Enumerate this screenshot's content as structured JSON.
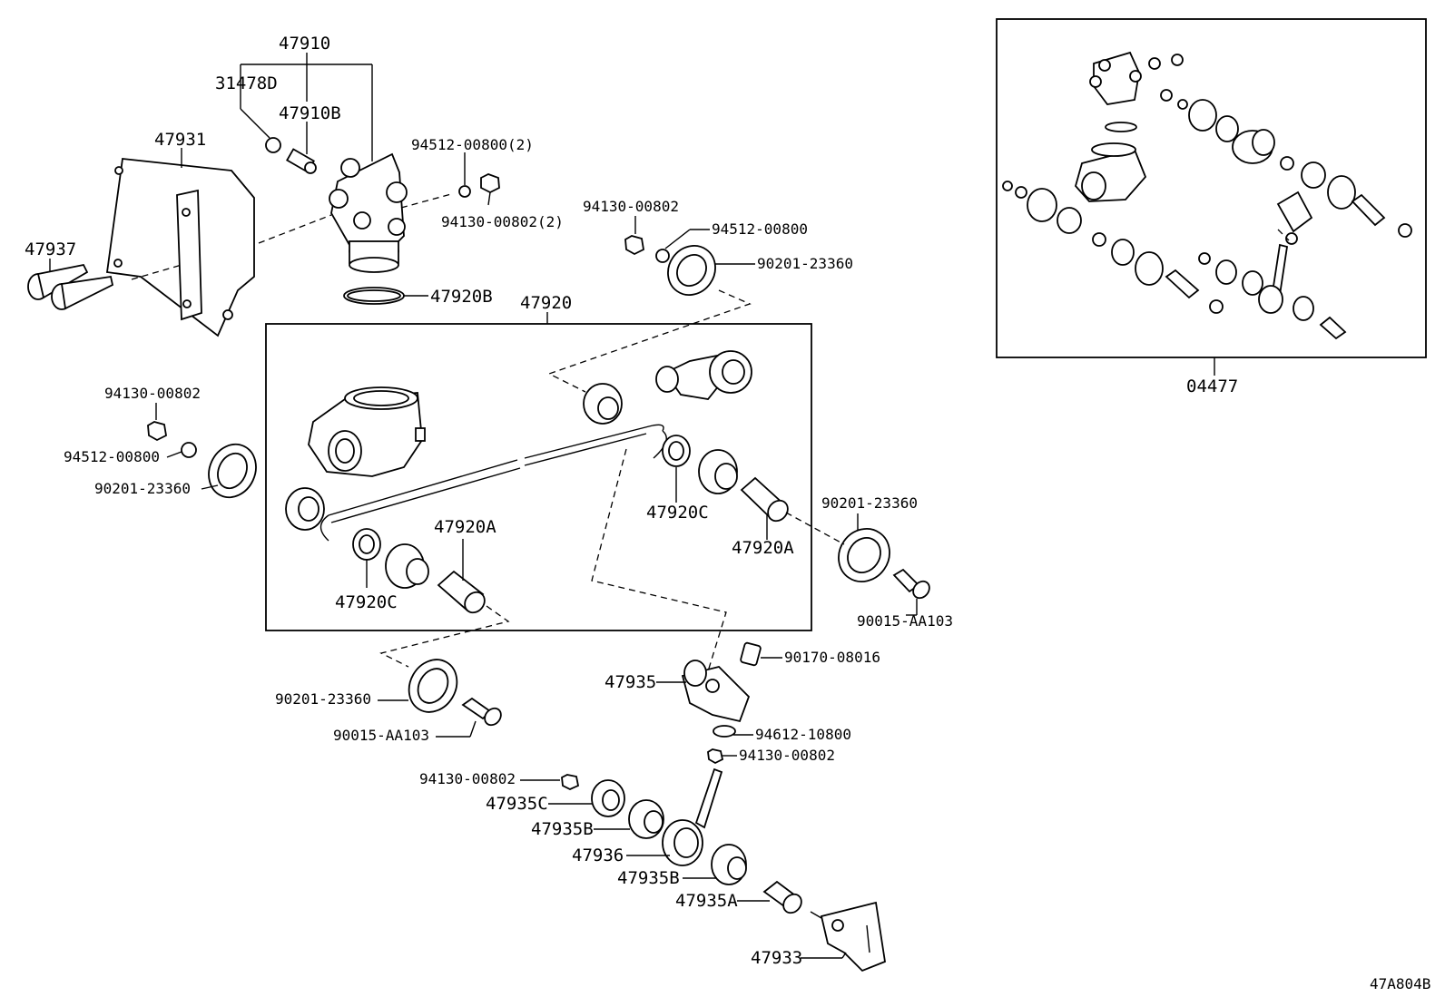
{
  "diagram_id": "47A804B",
  "callouts": {
    "c47910": "47910",
    "c31478D": "31478D",
    "c47910B": "47910B",
    "c47931": "47931",
    "c94512_top": "94512-00800(2)",
    "c94130_top": "94130-00802(2)",
    "c47937": "47937",
    "c47920B": "47920B",
    "c47920": "47920",
    "c94130_r1": "94130-00802",
    "c94512_r1": "94512-00800",
    "c90201_r1": "90201-23360",
    "c94130_l": "94130-00802",
    "c94512_l": "94512-00800",
    "c90201_l": "90201-23360",
    "c47920A_l": "47920A",
    "c47920C_r": "47920C",
    "c47920A_r": "47920A",
    "c47920C_l": "47920C",
    "c90201_r2": "90201-23360",
    "c90015_r": "90015-AA103",
    "c90170": "90170-08016",
    "c47935": "47935",
    "c90201_b": "90201-23360",
    "c90015_b": "90015-AA103",
    "c94612": "94612-10800",
    "c94130_b1": "94130-00802",
    "c94130_b2": "94130-00802",
    "c47935C": "47935C",
    "c47935B_1": "47935B",
    "c47936": "47936",
    "c47935B_2": "47935B",
    "c47935A": "47935A",
    "c47933": "47933",
    "c04477": "04477"
  }
}
